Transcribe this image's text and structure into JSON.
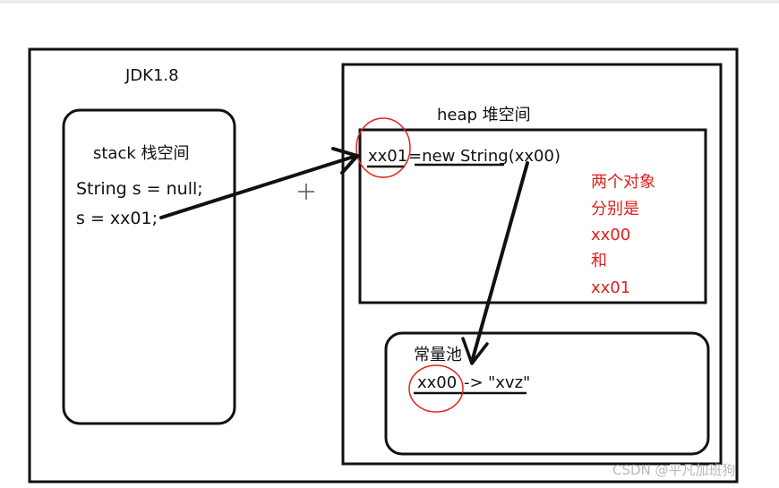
{
  "title": "JDK1.8",
  "stack": {
    "label": "stack 栈空间",
    "line1": "String s = null;",
    "line2": "s = xx01;"
  },
  "heap": {
    "label": "heap 堆空间",
    "ref": "xx01",
    "expr": "=new String(xx00)"
  },
  "note": [
    "两个对象",
    "分别是",
    "xx00",
    "和",
    "xx01"
  ],
  "pool": {
    "label": "常量池",
    "ref": "xx00",
    "arrow": "->",
    "value": "\"xvz\""
  },
  "watermark": "CSDN @平凡加班狗",
  "colors": {
    "ink": "#111111",
    "note": "#e0201b",
    "circle": "#e0201b"
  }
}
